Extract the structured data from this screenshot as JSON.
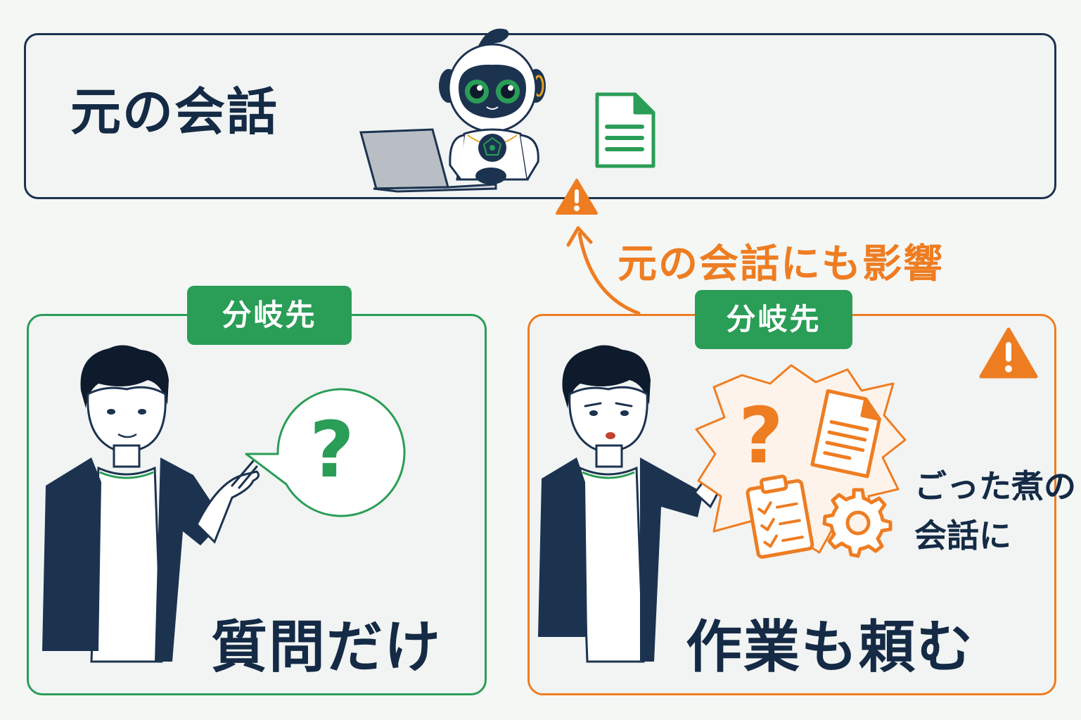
{
  "original": {
    "title": "元の会話"
  },
  "impact": {
    "label": "元の会話にも影響"
  },
  "branch_left": {
    "badge": "分岐先",
    "caption": "質問だけ",
    "bubble_symbol": "?"
  },
  "branch_right": {
    "badge": "分岐先",
    "caption": "作業も頼む",
    "note_line1": "ごった煮の",
    "note_line2": "会話に",
    "bubble_symbol": "?"
  },
  "colors": {
    "navy": "#142a45",
    "green": "#2a9d57",
    "orange": "#ee7d22",
    "background": "#f5f7f5"
  },
  "icons": [
    "robot-icon",
    "laptop-icon",
    "document-icon",
    "warning-icon",
    "arrow-up-icon",
    "question-icon",
    "clipboard-icon",
    "gear-icon",
    "person-icon"
  ]
}
